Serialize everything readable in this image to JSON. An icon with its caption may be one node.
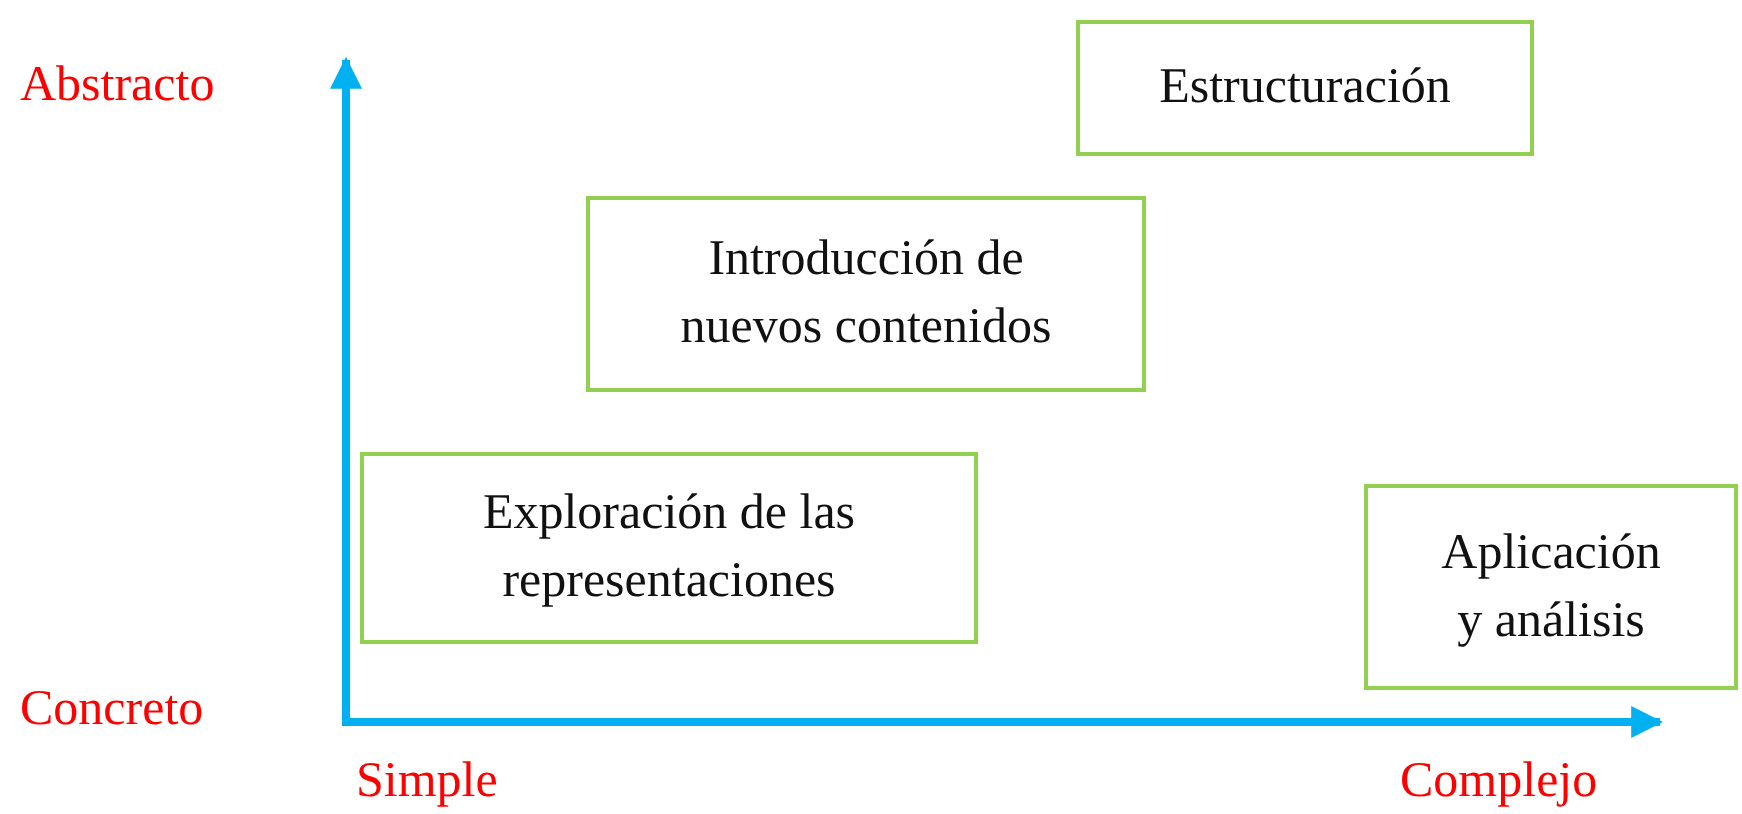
{
  "diagram": {
    "nodes": [
      {
        "text": [
          "Estructuración"
        ]
      },
      {
        "text": [
          "Introducción de nuevos contenidos"
        ]
      },
      {
        "text": [
          "Exploración de las representaciones"
        ]
      },
      {
        "text": [
          "Aplicación y análisis"
        ]
      }
    ],
    "labels": [
      "Abstracto",
      "Concreto",
      "Simple",
      "Complejo"
    ]
  }
}
